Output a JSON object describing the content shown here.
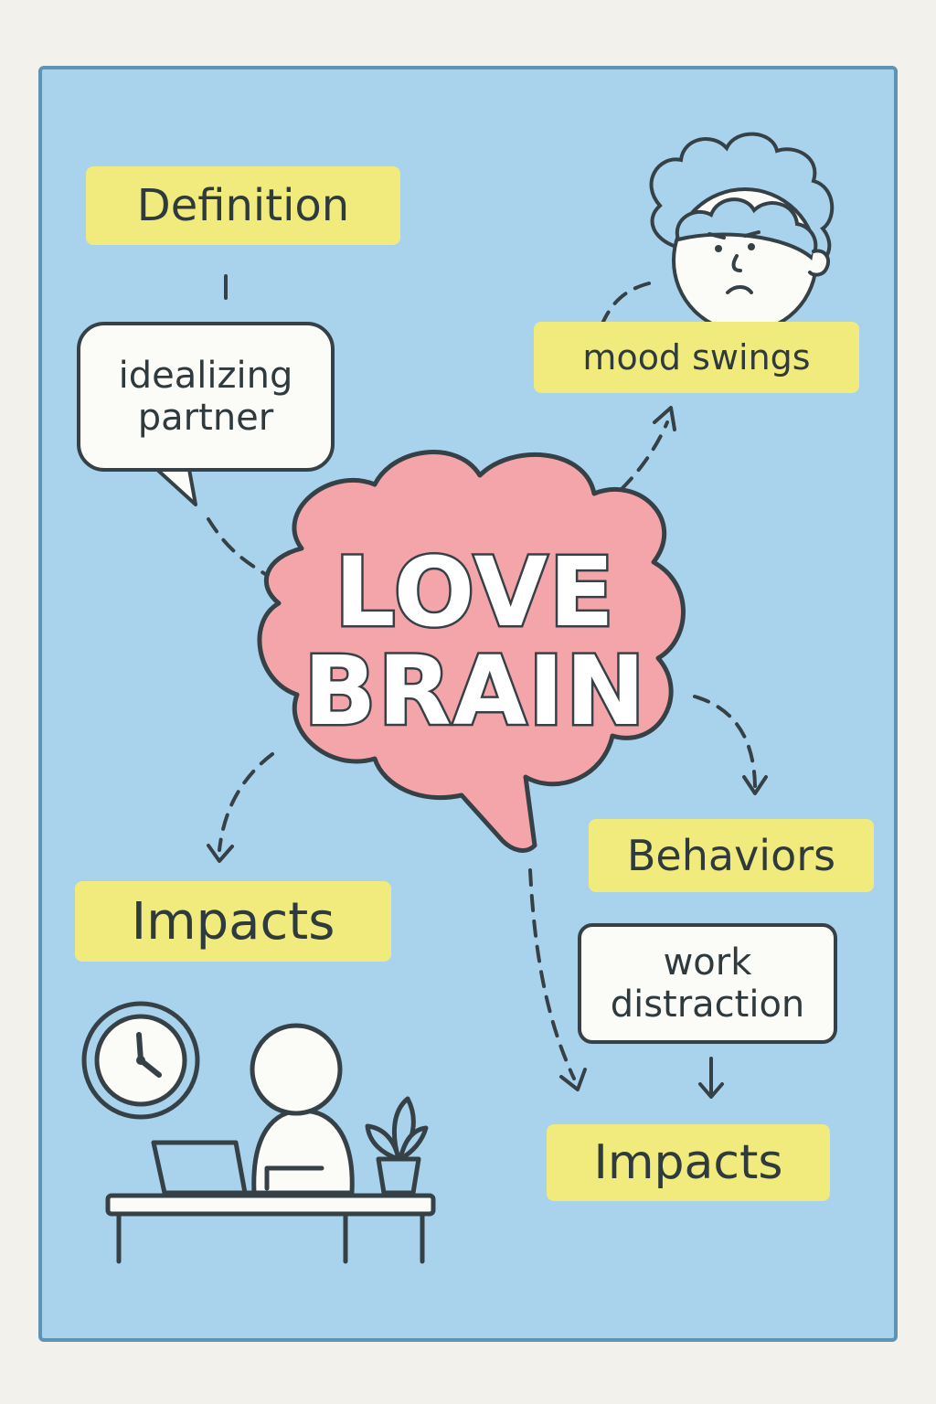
{
  "center": {
    "line1": "LOVE",
    "line2": "BRAIN"
  },
  "labels": {
    "definition": "Definition",
    "mood_swings": "mood swings",
    "behaviors": "Behaviors",
    "impacts_left": "Impacts",
    "impacts_right": "Impacts"
  },
  "bubbles": {
    "idealizing": "idealizing partner",
    "work": "work distraction"
  },
  "colors": {
    "panel": "#a9d3ec",
    "panel_border": "#5e93b6",
    "brain": "#f4a5aa",
    "label": "#f1ea7c",
    "ink": "#364147"
  },
  "icons": [
    "sad-face-icon",
    "clock-icon",
    "person-at-desk-icon",
    "plant-icon",
    "laptop-icon"
  ]
}
